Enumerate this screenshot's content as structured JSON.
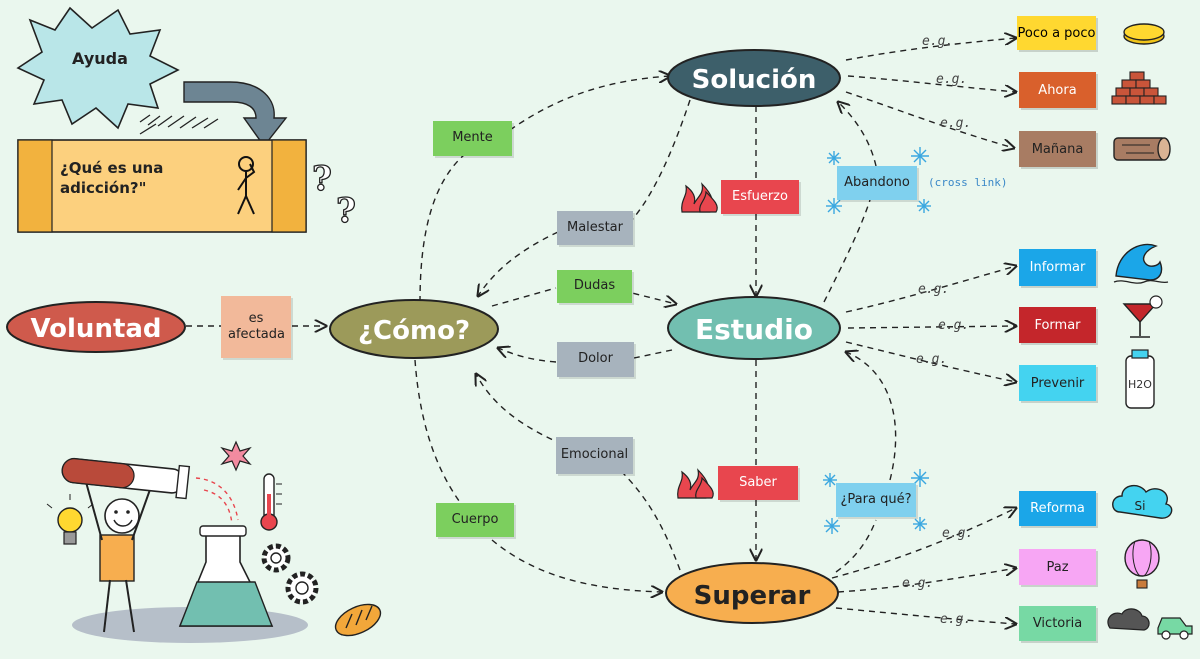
{
  "help_badge": "Ayuda",
  "question_card": "¿Qué es una adicción?\"",
  "nodes": {
    "voluntad": "Voluntad",
    "como": "¿Cómo?",
    "solucion": "Solución",
    "estudio": "Estudio",
    "superar": "Superar"
  },
  "links": {
    "es_afectada": "es afectada",
    "mente": "Mente",
    "cuerpo": "Cuerpo",
    "malestar": "Malestar",
    "dudas": "Dudas",
    "dolor": "Dolor",
    "emocional": "Emocional",
    "esfuerzo": "Esfuerzo",
    "saber": "Saber",
    "abandono": "Abandono",
    "para_que": "¿Para qué?",
    "cross_link": "(cross link)"
  },
  "eg_label": "e.g.",
  "leaves": {
    "solucion": [
      "Poco a poco",
      "Ahora",
      "Mañana"
    ],
    "estudio": [
      "Informar",
      "Formar",
      "Prevenir"
    ],
    "superar": [
      "Reforma",
      "Paz",
      "Victoria"
    ]
  },
  "icons": {
    "bottle_label": "H2O",
    "cloud_label": "Si"
  },
  "colors": {
    "background": "#eaf7ee",
    "voluntad": "#cf5a4c",
    "como": "#9c9a5a",
    "solucion": "#3d5f6a",
    "estudio": "#72bfb0",
    "superar": "#f7ae4f",
    "leaf_yellow": "#ffd830",
    "leaf_orange": "#d9602c",
    "leaf_brown": "#a87c63",
    "leaf_blue": "#1ba6e8",
    "leaf_red": "#c4262b",
    "leaf_teal": "#44d3f0",
    "leaf_pink": "#f7a6f4",
    "leaf_green": "#77d9a4"
  }
}
